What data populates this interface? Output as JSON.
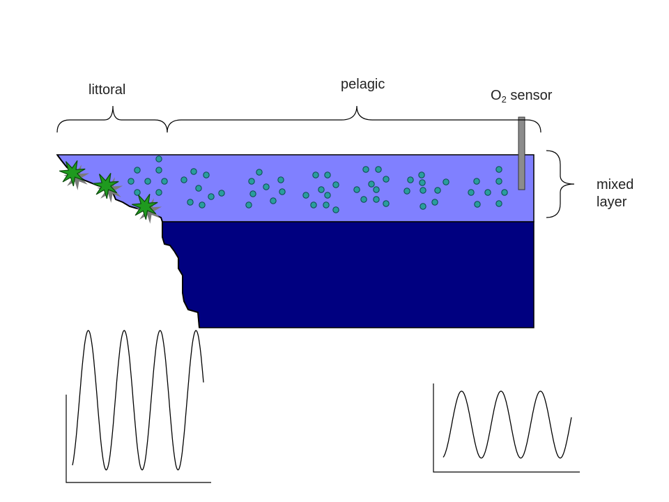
{
  "labels": {
    "littoral": "littoral",
    "pelagic": "pelagic",
    "sensor_main": "O",
    "sensor_sub": "2",
    "sensor_rest": " sensor",
    "mixed_line1": "mixed",
    "mixed_line2": "layer"
  },
  "colors": {
    "mixed_layer": "#8080ff",
    "deep_water": "#000080",
    "particle": "#2a9d9d",
    "plant": "#1f9a1f",
    "plant_shadow": "#7a7a7a",
    "sensor": "#8c8c8c",
    "line": "#000000"
  },
  "icons": [
    "aquatic-plant-icon",
    "oxygen-sensor-probe-icon"
  ],
  "oscillation_plots": [
    {
      "name": "littoral-oxygen-oscillation",
      "cycles": 4
    },
    {
      "name": "pelagic-oxygen-oscillation",
      "cycles": 3
    }
  ]
}
